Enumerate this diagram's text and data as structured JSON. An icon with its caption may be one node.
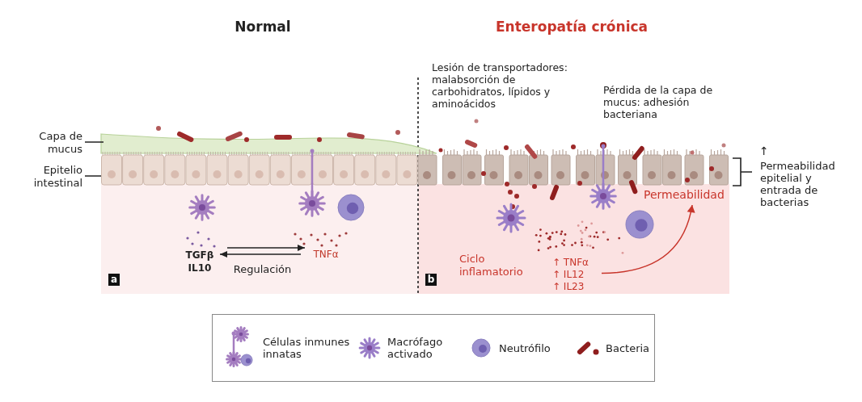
{
  "diagram": {
    "nodes": [
      {
        "text": [
          "Capa de mucus"
        ]
      },
      {
        "text": [],
        "shape": "band"
      },
      {
        "text": [
          "Epitelio intestinal"
        ]
      },
      {
        "text": [],
        "shape": "picture"
      },
      {
        "text": [
          "TGFβ",
          "IL10"
        ]
      },
      {
        "text": [
          "TNFα"
        ]
      },
      {
        "text": [
          "↑ TNFα",
          "↑ IL12",
          "↑ IL23"
        ]
      },
      {
        "text": [
          "Permeabilidad"
        ]
      }
    ],
    "edges": [
      {
        "from": 0,
        "to": 1,
        "arrow": "none"
      },
      {
        "from": 2,
        "to": 3,
        "arrow": "none"
      },
      {
        "from": 4,
        "to": 5,
        "arrow": "to"
      },
      {
        "from": 5,
        "to": 4,
        "arrow": "to",
        "label": "Regulación"
      },
      {
        "from": 6,
        "to": 7,
        "arrow": "to",
        "color": "#c8352b"
      }
    ],
    "labels": [
      "Normal",
      "Enteropatía crónica",
      "Lesión de transportadores: malabsorción de carbohidratos, lípidos y aminoácidos",
      "Pérdida de la capa de mucus: adhesión bacteriana",
      "↑",
      "Permeabilidad epitelial y entrada de bacterias",
      "a",
      "b",
      "Ciclo inflamatorio"
    ],
    "legend": [
      {
        "text": "Células inmunes innatas"
      },
      {
        "text": "Macrófago activado"
      },
      {
        "text": "Neutrófilo"
      },
      {
        "text": "Bacteria"
      }
    ]
  }
}
